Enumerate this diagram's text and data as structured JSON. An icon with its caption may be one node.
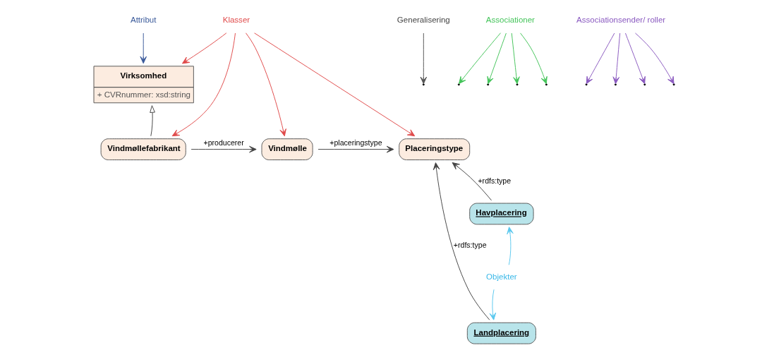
{
  "diagram": {
    "nodes": [
      {
        "text": [
          "Virksomhed",
          "+ CVRnummer: xsd:string"
        ]
      },
      {
        "text": [
          "Vindmøllefabrikant"
        ]
      },
      {
        "text": [
          "Vindmølle"
        ]
      },
      {
        "text": [
          "Placeringstype"
        ]
      },
      {
        "text": [
          "Havplacering"
        ]
      },
      {
        "text": [
          "Landplacering"
        ]
      },
      {
        "text": [
          "Attribut"
        ]
      },
      {
        "text": [
          "Klasser"
        ]
      },
      {
        "text": [
          "Generalisering"
        ]
      },
      {
        "text": [
          "Associationer"
        ]
      },
      {
        "text": [
          "Associationsender/ roller"
        ]
      },
      {
        "text": [
          "Objekter"
        ]
      }
    ],
    "edges": [
      {
        "from": 1,
        "to": 0,
        "arrow": "to"
      },
      {
        "from": 1,
        "to": 2,
        "arrow": "to",
        "label": "+producerer"
      },
      {
        "from": 2,
        "to": 3,
        "arrow": "to",
        "label": "+placeringstype"
      },
      {
        "from": 4,
        "to": 3,
        "arrow": "to",
        "label": "+rdfs:type"
      },
      {
        "from": 5,
        "to": 3,
        "arrow": "to",
        "label": "+rdfs:type"
      },
      {
        "from": 6,
        "to": 0,
        "arrow": "to",
        "color": "#3a5a9a"
      },
      {
        "from": 7,
        "to": 0,
        "arrow": "to",
        "color": "#e04a4a"
      },
      {
        "from": 7,
        "to": 1,
        "arrow": "to",
        "color": "#e04a4a"
      },
      {
        "from": 7,
        "to": 2,
        "arrow": "to",
        "color": "#e04a4a"
      },
      {
        "from": 7,
        "to": 3,
        "arrow": "to",
        "color": "#e04a4a"
      },
      {
        "from": 8,
        "to": null,
        "arrow": "to",
        "color": "#555555"
      },
      {
        "from": 9,
        "to": null,
        "arrow": "to",
        "color": "#44c45a"
      },
      {
        "from": 9,
        "to": null,
        "arrow": "to",
        "color": "#44c45a"
      },
      {
        "from": 9,
        "to": null,
        "arrow": "to",
        "color": "#44c45a"
      },
      {
        "from": 9,
        "to": null,
        "arrow": "to",
        "color": "#44c45a"
      },
      {
        "from": 10,
        "to": null,
        "arrow": "to",
        "color": "#8a5ac0"
      },
      {
        "from": 10,
        "to": null,
        "arrow": "to",
        "color": "#8a5ac0"
      },
      {
        "from": 10,
        "to": null,
        "arrow": "to",
        "color": "#8a5ac0"
      },
      {
        "from": 10,
        "to": null,
        "arrow": "to",
        "color": "#8a5ac0"
      },
      {
        "from": 11,
        "to": 4,
        "arrow": "to",
        "color": "#5bc8ee"
      },
      {
        "from": 11,
        "to": 5,
        "arrow": "to",
        "color": "#5bc8ee"
      }
    ]
  }
}
